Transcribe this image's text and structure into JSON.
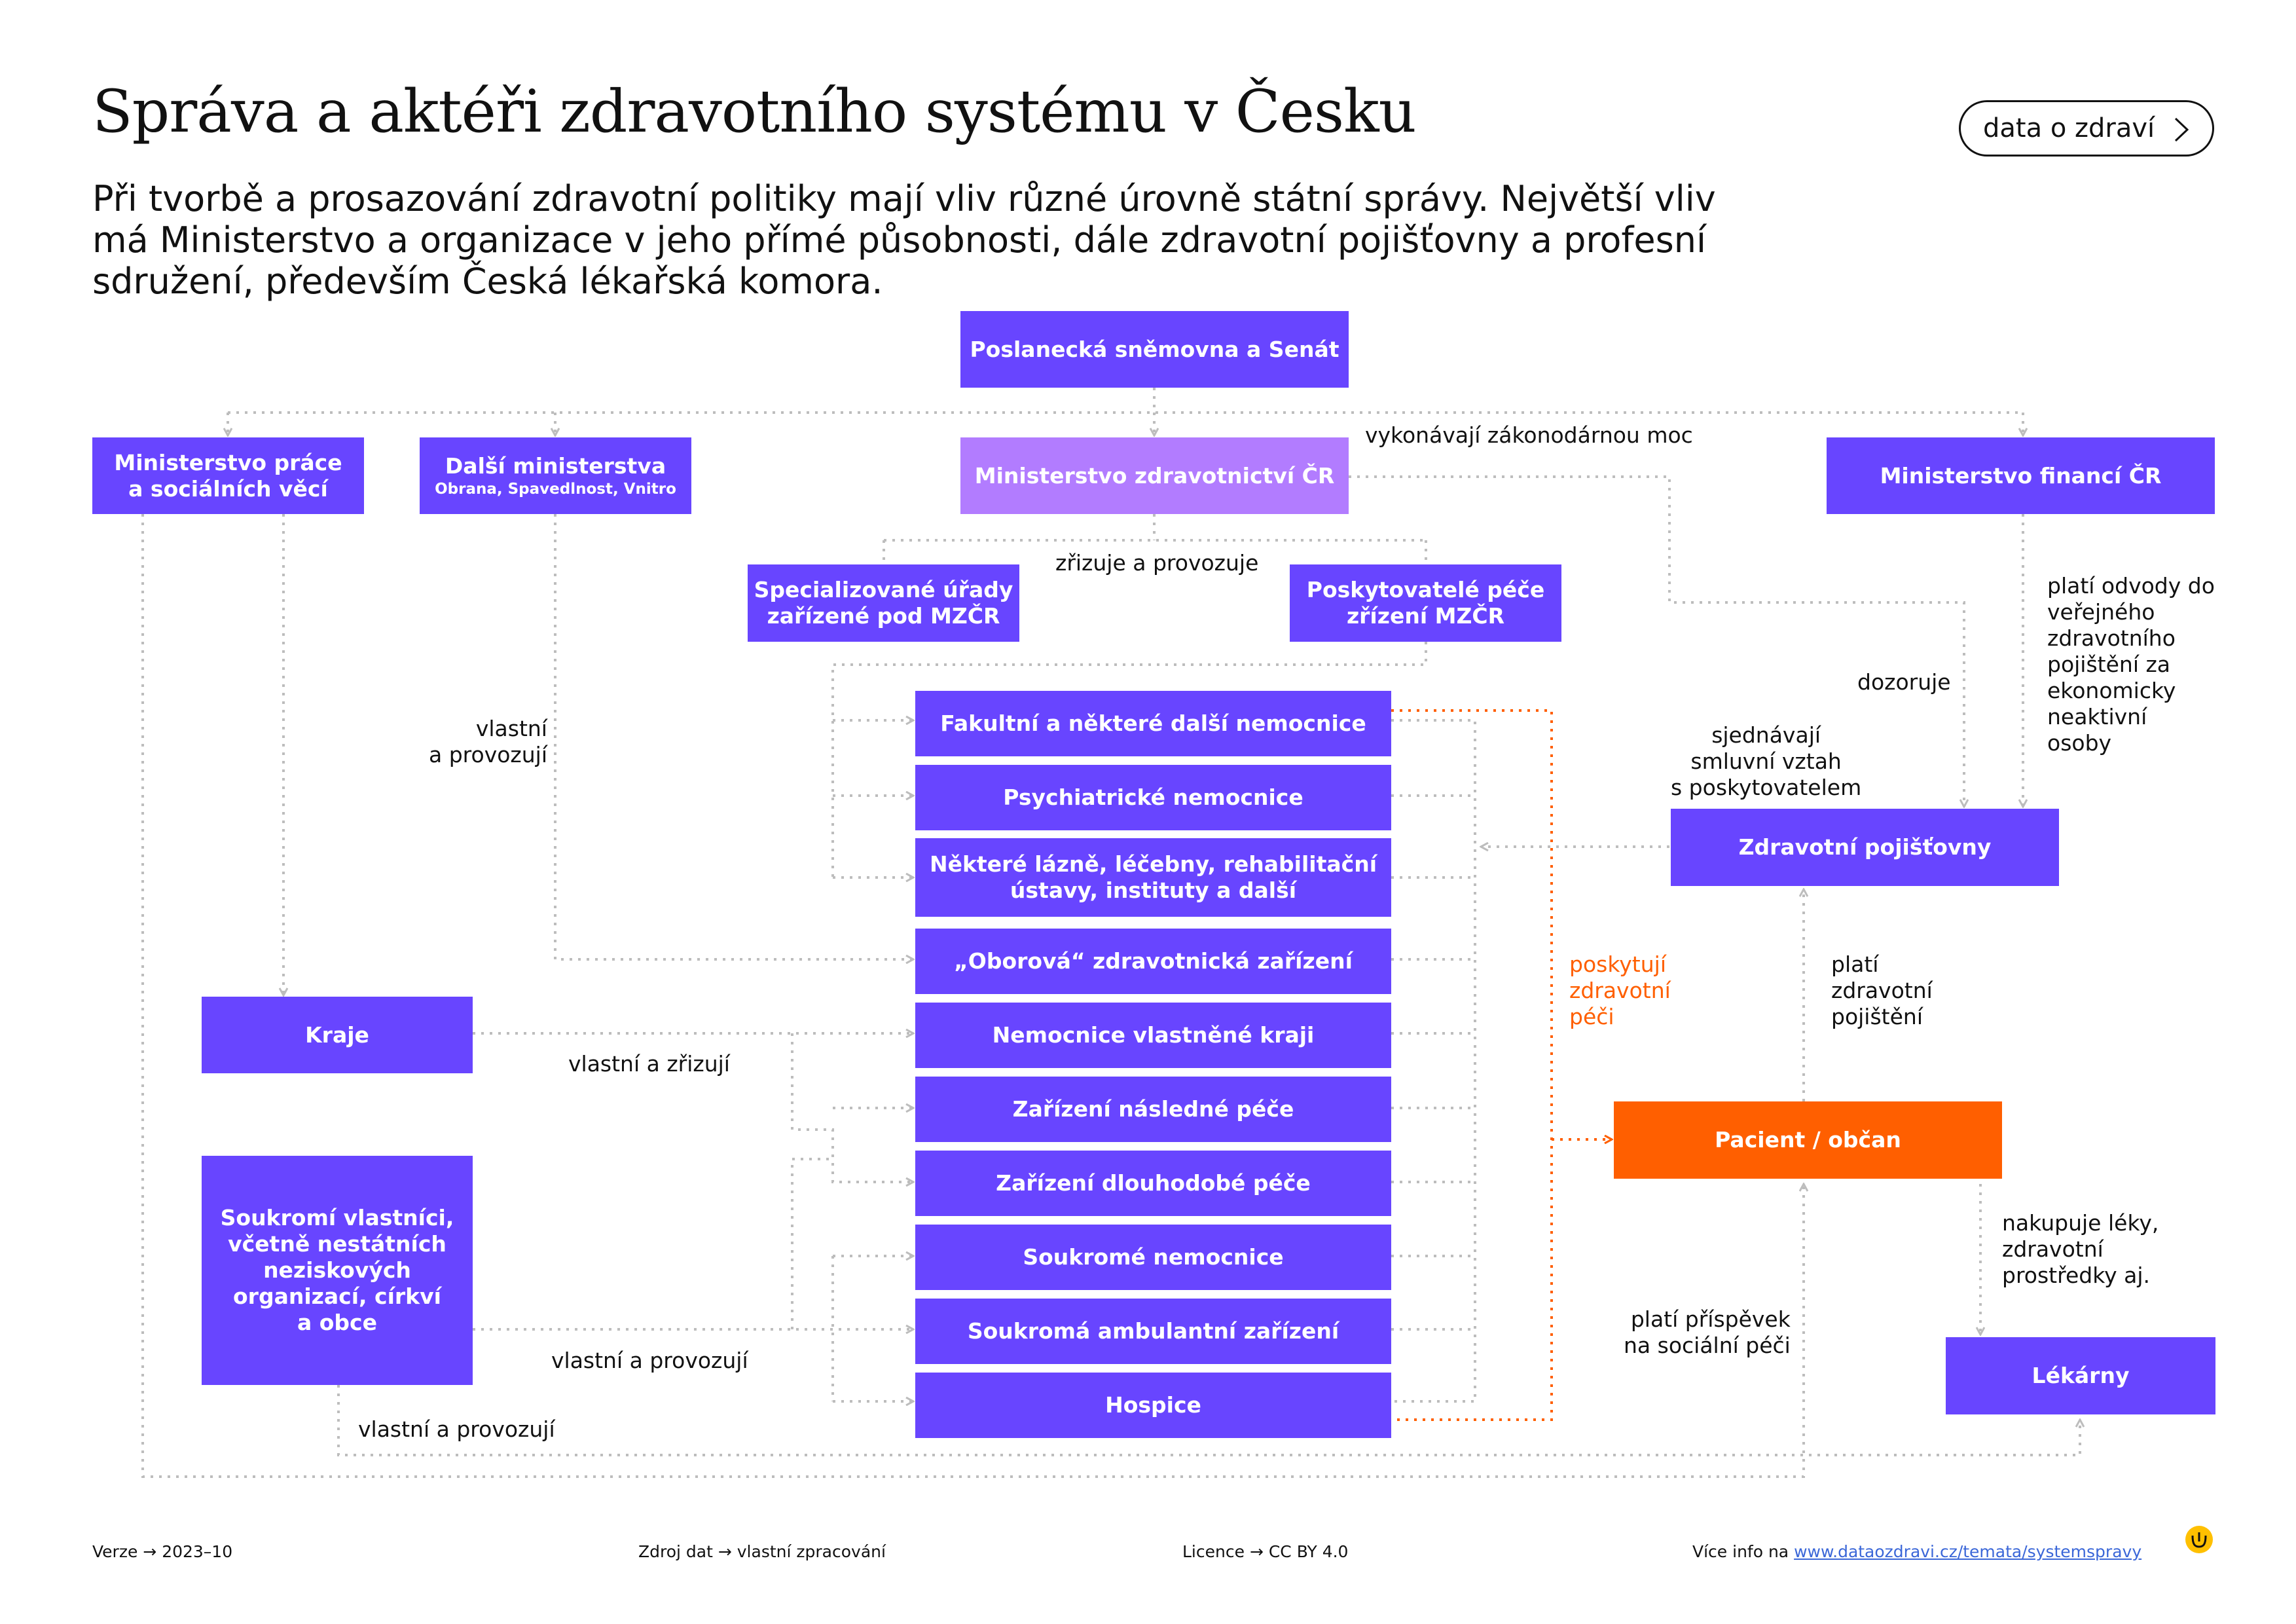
{
  "header": {
    "title": "Správa a aktéři zdravotního systému v Česku",
    "subtitle": "Při tvorbě a prosazování zdravotní politiky mají vliv různé úrovně státní správy. Největší vliv má Ministerstvo a organizace v jeho přímé působnosti, dále zdravotní pojišťovny a profesní sdružení, především Česká lékařská komora.",
    "brand_button": "data o zdraví"
  },
  "nodes": {
    "parliament": "Poslanecká sněmovna a Senát",
    "mpsv": "Ministerstvo práce\na sociálních věcí",
    "other_ministries": "Další ministerstva",
    "other_ministries_sub": "Obrana, Spavedlnost, Vnitro",
    "mzcr": "Ministerstvo zdravotnictví ČR",
    "mf": "Ministerstvo financí ČR",
    "spec_offices": "Specializované úřady\nzařízené pod MZČR",
    "providers_mzcr": "Poskytovatelé péče\nzřízení MZČR",
    "faculty": "Fakultní a některé další nemocnice",
    "psych": "Psychiatrické nemocnice",
    "spa": "Některé lázně, léčebny, rehabilitační\nústavy, instituty a další",
    "sector": "„Oborová“ zdravotnická zařízení",
    "regional_hosp": "Nemocnice vlastněné kraji",
    "aftercare": "Zařízení následné péče",
    "longterm": "Zařízení dlouhodobé péče",
    "private_hosp": "Soukromé nemocnice",
    "private_amb": "Soukromá ambulantní zařízení",
    "hospice": "Hospice",
    "regions": "Kraje",
    "private_owners": "Soukromí vlastníci,\nvčetně nestátních\nneziskových\norganizací, církví\na obce",
    "insurers": "Zdravotní pojišťovny",
    "patient": "Pacient / občan",
    "pharmacies": "Lékárny"
  },
  "labels": {
    "legislative": "vykonávají zákonodárnou moc",
    "establish": "zřizuje a provozuje",
    "own_operate_1": "vlastní\na provozují",
    "own_establish": "vlastní a zřizují",
    "own_operate_2": "vlastní a provozují",
    "own_operate_3": "vlastní a provozují",
    "supervises": "dozoruje",
    "pays_levies": "platí odvody do\nveřejného\nzdravotního\npojištění za\nekonomicky\nneaktivní\nosoby",
    "contracts": "sjednávají\nsmluvní vztah\ns poskytovatelem",
    "provide_care": "poskytují\nzdravotní\npéči",
    "pays_insurance": "platí\nzdravotní\npojištění",
    "social_allowance": "platí příspěvek\nna sociální péči",
    "buys_drugs": "nakupuje léky,\nzdravotní\nprostředky aj."
  },
  "footer": {
    "version_label": "Verze",
    "version": "2023–10",
    "source_label": "Zdroj dat",
    "source": "vlastní zpracování",
    "license_label": "Licence",
    "license": "CC BY 4.0",
    "more_label": "Více info na",
    "more_link": "www.dataozdravi.cz/temata/systemspravy"
  },
  "colors": {
    "node": "#6845FF",
    "node_highlight": "#B27CFF",
    "patient": "#FF5F00",
    "connector": "#BDBDBD",
    "care_connector": "#FF5F00"
  }
}
